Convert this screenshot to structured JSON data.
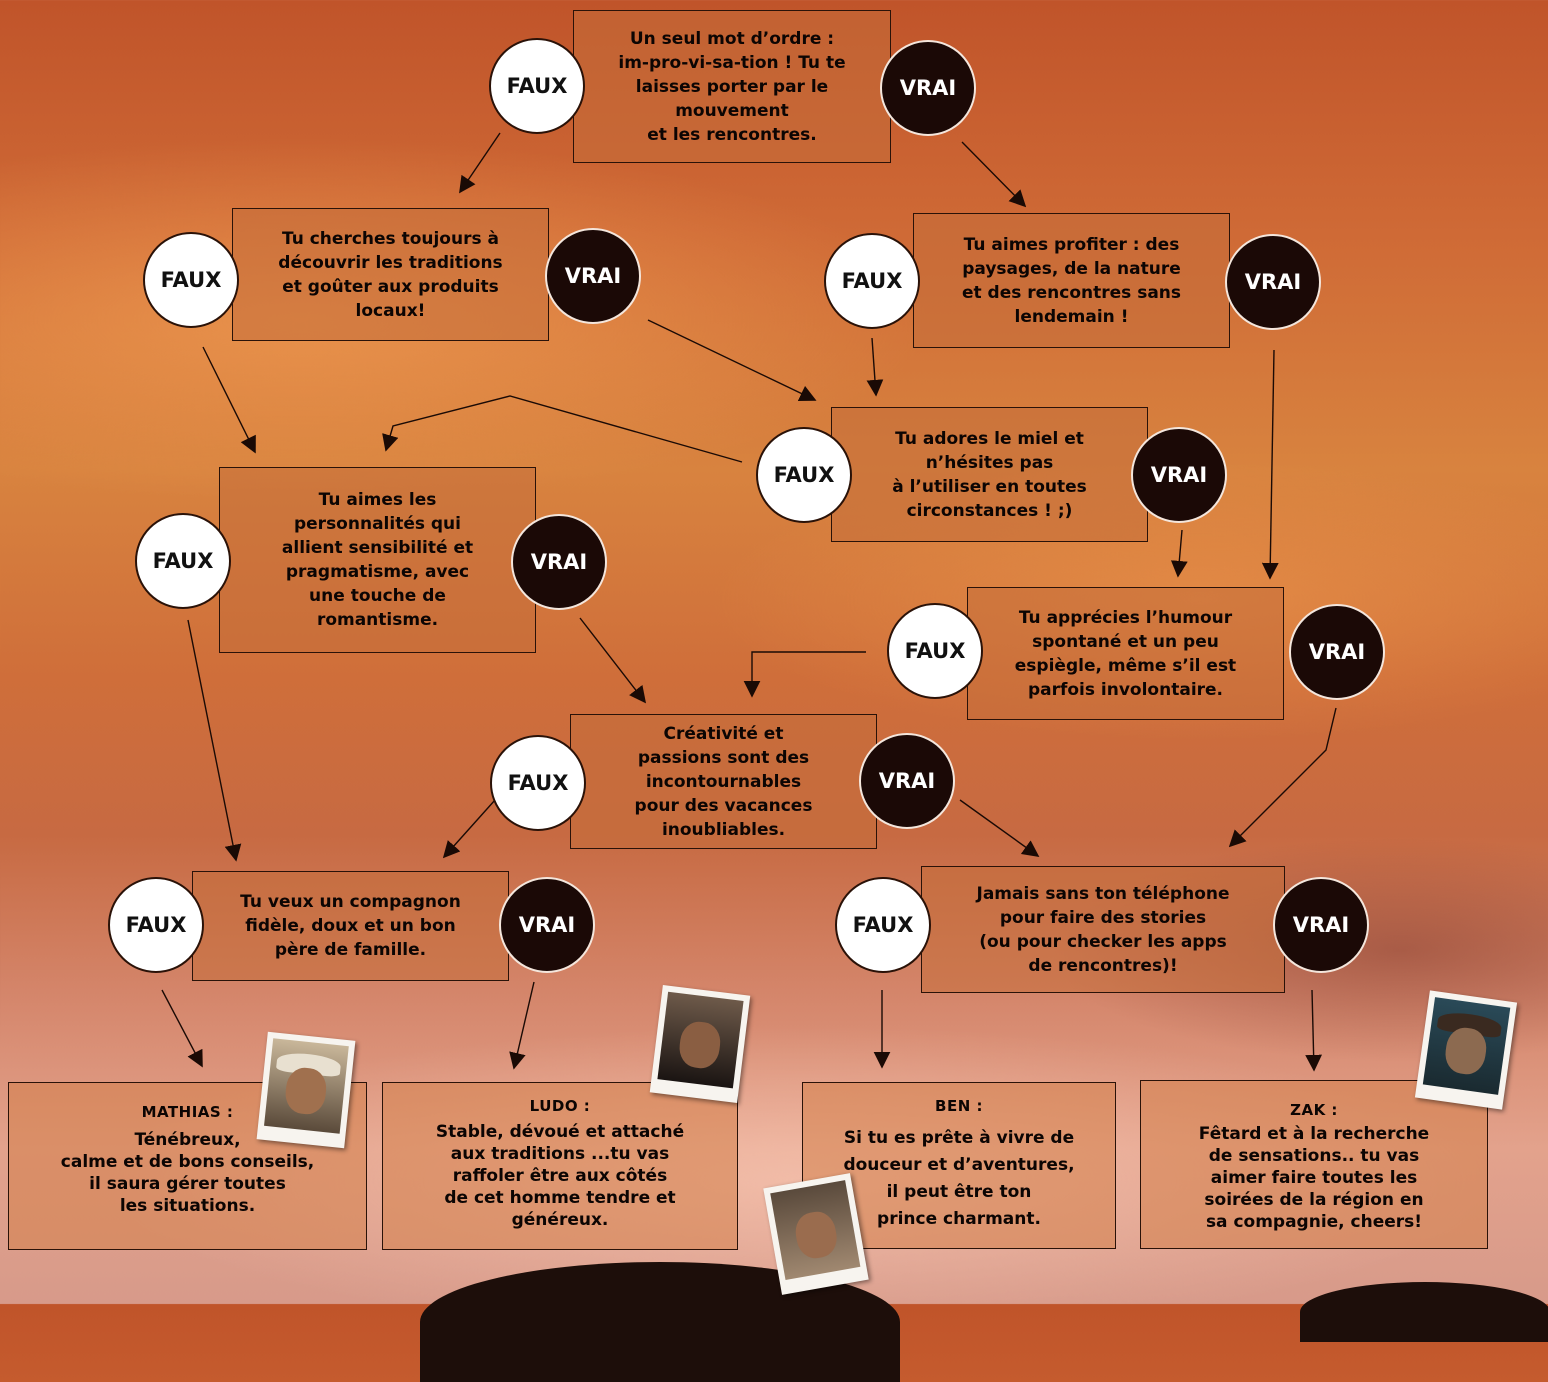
{
  "colors": {
    "arrow": "#1a0a05",
    "vrai_fill": "#1b0906",
    "faux_fill": "#ffffff"
  },
  "questions": {
    "q1": "Un seul mot d’ordre :\nim-pro-vi-sa-tion ! Tu te\nlaisses porter par le\nmouvement\net les rencontres.",
    "q2": "Tu cherches toujours à\ndécouvrir les traditions\net goûter aux produits\nlocaux!",
    "q3": "Tu aimes profiter : des\npaysages, de la nature\net des rencontres sans\nlendemain !",
    "q4": "Tu adores le miel et\nn’hésites pas\nà l’utiliser en toutes\ncirconstances ! ;)",
    "q5": "Tu aimes les\npersonnalités qui\nallient sensibilité et\npragmatisme, avec\nune touche de\nromantisme.",
    "q6": "Tu apprécies l’humour\nspontané et un peu\nespiègle, même s’il est\nparfois involontaire.",
    "q7": "Créativité et\npassions sont des\nincontournables\npour des vacances\ninoubliables.",
    "q8": "Tu veux un compagnon\nfidèle, doux et un bon\npère de famille.",
    "q9": "Jamais sans ton téléphone\npour faire des stories\n(ou pour checker les apps\nde rencontres)!"
  },
  "labels": {
    "faux": "FAUX",
    "vrai": "VRAI"
  },
  "results": {
    "mathias": {
      "name": "MATHIAS :",
      "desc": "Ténébreux,\ncalme et de bons conseils,\nil saura gérer toutes\nles situations."
    },
    "ludo": {
      "name": "LUDO :",
      "desc": "Stable, dévoué et attaché\naux traditions ...tu vas\nraffoler être aux côtés\nde cet homme tendre et\ngénéreux."
    },
    "ben": {
      "name": "BEN :",
      "desc": "Si tu es  prête à vivre de\ndouceur et d’aventures,\nil peut être ton\nprince charmant."
    },
    "zak": {
      "name": "ZAK :",
      "desc": "Fêtard et à la recherche\nde sensations.. tu vas\naimer faire toutes les\nsoirées de la région en\nsa compagnie, cheers!"
    }
  }
}
